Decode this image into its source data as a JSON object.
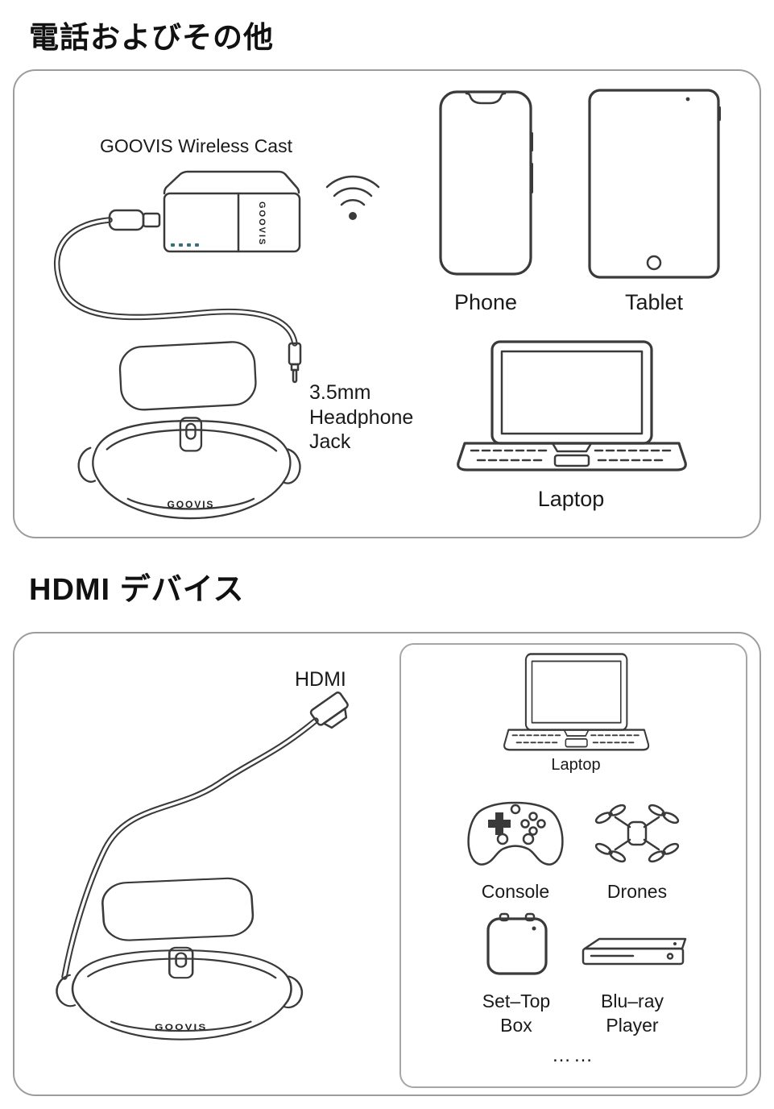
{
  "titles": {
    "phone_section": "電話およびその他",
    "hdmi_section": "HDMI デバイス"
  },
  "phone_section": {
    "cast_label": "GOOVIS Wireless Cast",
    "cast_brand": "GOOVIS",
    "headset_brand": "GOOVIS",
    "jack_line1": "3.5mm",
    "jack_line2": "Headphone",
    "jack_line3": "Jack",
    "phone_label": "Phone",
    "tablet_label": "Tablet",
    "laptop_label": "Laptop"
  },
  "hdmi_section": {
    "hdmi_label": "HDMI",
    "headset_brand": "GOOVIS",
    "laptop_label": "Laptop",
    "console_label": "Console",
    "drones_label": "Drones",
    "settop_line1": "Set–Top",
    "settop_line2": "Box",
    "bluray_line1": "Blu–ray",
    "bluray_line2": "Player",
    "more_label": "……"
  },
  "colors": {
    "line": "#3a3a3a",
    "panel_border": "#9c9c9c",
    "text": "#1a1a1a"
  }
}
